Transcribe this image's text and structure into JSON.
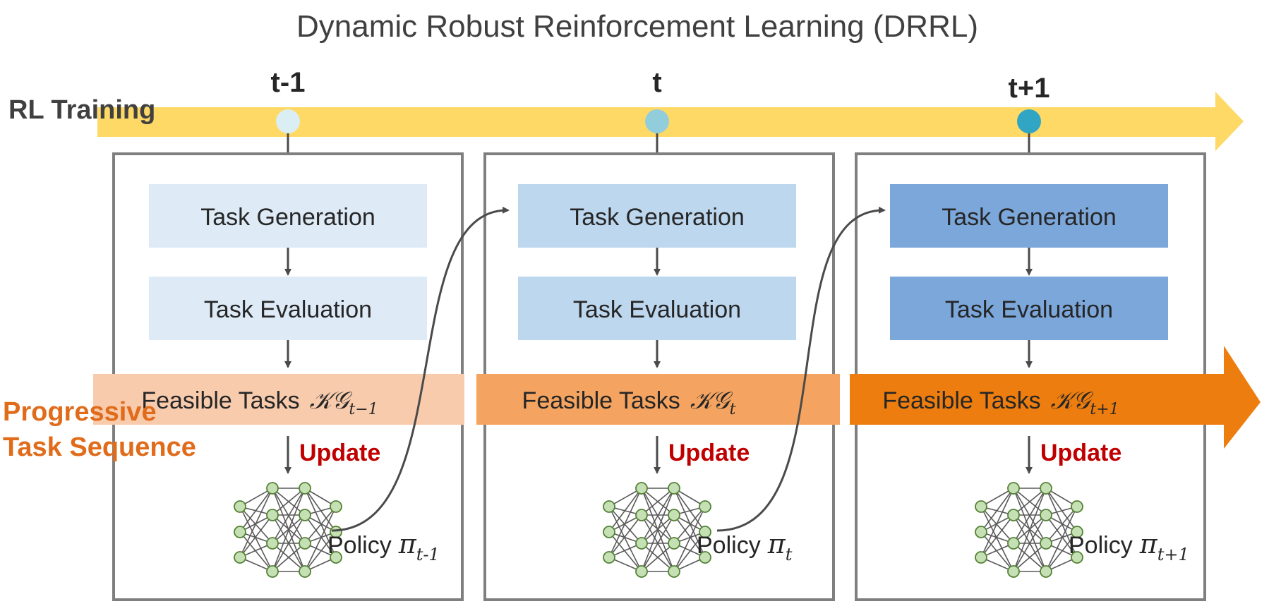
{
  "title": "Dynamic Robust Reinforcement Learning (DRRL)",
  "rl_training_label": "RL Training",
  "progressive_label": {
    "line1": "Progressive",
    "line2": "Task  Sequence"
  },
  "colors": {
    "timeline_arrow": "#FFD966",
    "panel_border": "#7F7F7F",
    "text": "#262626",
    "update_text": "#C00000",
    "progressive_text": "#E06C1B",
    "neuron_fill": "#C5E0B4",
    "neuron_stroke": "#548235"
  },
  "stages": [
    {
      "time_label": "t-1",
      "dot_color": "#DAEEF3",
      "box_color": "#DEEBF7",
      "feasible_color": "#F8CBAD",
      "task_generation": "Task Generation",
      "task_evaluation": "Task Evaluation",
      "feasible_text": "Feasible Tasks",
      "kg_base": "𝒦𝒢",
      "kg_subscript": "t−1",
      "update_label": "Update",
      "policy_text": "Policy",
      "pi_symbol": "π",
      "pi_subscript": "t-1"
    },
    {
      "time_label": "t",
      "dot_color": "#92CDDC",
      "box_color": "#BDD7EE",
      "feasible_color": "#F4A460",
      "task_generation": "Task Generation",
      "task_evaluation": "Task Evaluation",
      "feasible_text": "Feasible Tasks",
      "kg_base": "𝒦𝒢",
      "kg_subscript": "t",
      "update_label": "Update",
      "policy_text": "Policy",
      "pi_symbol": "π",
      "pi_subscript": "t"
    },
    {
      "time_label": "t+1",
      "dot_color": "#31A5C4",
      "box_color": "#7BA7DA",
      "feasible_color": "#ED7D0F",
      "task_generation": "Task Generation",
      "task_evaluation": "Task Evaluation",
      "feasible_text": "Feasible Tasks",
      "kg_base": "𝒦𝒢",
      "kg_subscript": "t+1",
      "update_label": "Update",
      "policy_text": "Policy",
      "pi_symbol": "π",
      "pi_subscript": "t+1"
    }
  ]
}
